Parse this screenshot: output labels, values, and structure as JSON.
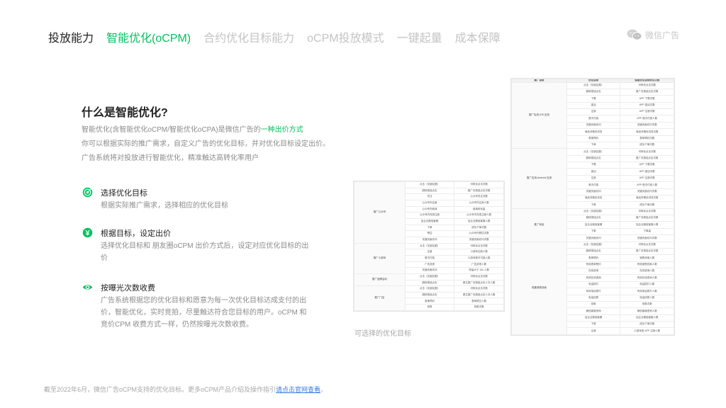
{
  "nav": {
    "items": [
      "投放能力",
      "智能优化(oCPM)",
      "合约优化目标能力",
      "oCPM投放模式",
      "一键起量",
      "成本保障"
    ]
  },
  "brand": {
    "name": "微信广告"
  },
  "intro": {
    "title": "什么是智能优化?",
    "text_before": "智能优化(含智能优化oCPM/智能优化oCPA)是微信广告的",
    "highlight": "一种出价方式",
    "text_after": "你可以根据实际的推广需求，自定义广告的优化目标，并对优化目标设定出价。  广告系统将对投放进行智能优化，精准触达高转化率用户"
  },
  "features": [
    {
      "icon": "target-icon",
      "title": "选择优化目标",
      "desc": "根据实际推广需求，选择相应的优化目标"
    },
    {
      "icon": "yen-icon",
      "title": "根据目标，设定出价",
      "desc": "选择优化目标和 朋友圈oCPM 出价方式后，设定对应优化目标的出价"
    },
    {
      "icon": "eye-icon",
      "title": "按曝光次数收费",
      "desc": "广告系统根据您的优化目标和愿意为每一次优化目标达成支付的出价，智能优化，实时竞拍，尽量触达符合您目标的用户。oCPM 和 竞价CPM 收费方式一样，仍然按曝光次数收费。"
    }
  ],
  "left_table": {
    "groups": [
      {
        "label": "推广公众号",
        "rows": [
          [
            "点击（仅朋友圈）",
            "可转化点击次数"
          ],
          [
            "跳转按钮点击",
            "推广页按钮点击次数"
          ],
          [
            "关注",
            "公众号关注次数"
          ],
          [
            "公众号内注册",
            "公众号内注册人数"
          ],
          [
            "公众号内阅读",
            "阅读转化量"
          ],
          [
            "公众号内完成注册",
            "公众号内完成注册人数"
          ],
          [
            "加企业微信客服",
            "加企业微信客服人数"
          ],
          [
            "下单",
            "成功下单次数"
          ],
          [
            "预估",
            "公众号内预估次数"
          ],
          [
            "关键页面访问",
            "关键页面访问次数"
          ]
        ]
      },
      {
        "label": "推广小游戏",
        "rows": [
          [
            "点击（仅朋友圈）",
            "可转化点击次数"
          ],
          [
            "注册",
            "小游戏注册人数"
          ],
          [
            "首次付费",
            "小游戏首次付费人数"
          ],
          [
            "广告变现",
            "广告变现人数"
          ],
          [
            "关键页面访问",
            "停留大于 10s 人数"
          ]
        ]
      },
      {
        "label": "推广品牌活动",
        "rows": [
          [
            "点击（仅朋友圈）",
            "可转化点击次数"
          ],
          [
            "跳转按钮点击",
            "原生推广页按钮点击人次人数"
          ]
        ]
      },
      {
        "label": "推广门店",
        "rows": [
          [
            "点击（仅朋友圈）",
            "可转化点击次数"
          ],
          [
            "跳转按钮点击",
            "原生推广页按钮点击人次人数"
          ],
          [
            "表单预约",
            "表单提交人数"
          ],
          [
            "领券",
            "领券次数"
          ]
        ]
      }
    ]
  },
  "right_table": {
    "headers": [
      "推广目标",
      "优化目标",
      "智能优化目标优化次数"
    ],
    "groups": [
      {
        "label": "推广应用-iOS 应用",
        "rows": [
          [
            "点击（仅朋友圈）",
            "可转化点击次数"
          ],
          [
            "跳转按钮点击",
            "推广页按钮点击次数"
          ],
          [
            "下载",
            "APP 下载次数"
          ],
          [
            "激活",
            "APP 激活次数"
          ],
          [
            "注册",
            "APP 注册次数"
          ],
          [
            "首次付费",
            "APP 首次付费人数"
          ],
          [
            "关键页面访问",
            "关键页面访问次数"
          ],
          [
            "商品详情页浏览",
            "商品详情页浏览次数"
          ],
          [
            "表单预约",
            "表单预约次数"
          ],
          [
            "下单",
            "成功下单次数"
          ]
        ]
      },
      {
        "label": "推广应用-Android 应用",
        "rows": [
          [
            "点击（仅朋友圈）",
            "可转化点击次数"
          ],
          [
            "跳转按钮点击",
            "推广页按钮点击次数"
          ],
          [
            "下载",
            "APP 下载次数"
          ],
          [
            "激活",
            "APP 激活次数"
          ],
          [
            "注册",
            "APP 注册次数"
          ],
          [
            "首次付费",
            "APP 首次付费人数"
          ],
          [
            "关键页面访问",
            "关键页面访问次数"
          ],
          [
            "商品详情页浏览",
            "商品详情页浏览次数"
          ],
          [
            "下单",
            "成功下单次数"
          ]
        ]
      },
      {
        "label": "推广商品",
        "rows": [
          [
            "点击（仅朋友圈）",
            "可转化点击次数"
          ],
          [
            "跳转按钮点击",
            "推广页按钮点击次数"
          ],
          [
            "加企业微信客服",
            "加企业微信客服人数"
          ],
          [
            "下单",
            "下单量"
          ],
          [
            "关键页面访问",
            "关键页面访问次数"
          ]
        ]
      },
      {
        "label": "收集销售线索",
        "rows": [
          [
            "点击（仅朋友圈）",
            "可转化点击次数"
          ],
          [
            "跳转按钮点击",
            "推广页按钮点击次数"
          ],
          [
            "表单预约",
            "销售线索人数"
          ],
          [
            "有效表单预约",
            "有效销售线索人数"
          ],
          [
            "在线咨询",
            "在线咨询人数"
          ],
          [
            "有效在线咨询",
            "有效在线咨询人数"
          ],
          [
            "电话拨打",
            "电话拨打人数"
          ],
          [
            "有效电话拨打",
            "有效电话拨打人数"
          ],
          [
            "电话回拨",
            "电话回拨人数"
          ],
          [
            "领券",
            "领券次数"
          ],
          [
            "微信客服咨询",
            "微信客服咨询人数"
          ],
          [
            "加企业微信客服",
            "加企业微信客服人数"
          ],
          [
            "下单",
            "成功下单次数"
          ],
          [
            "注册",
            "小游戏或 APP 注册人数"
          ]
        ]
      }
    ]
  },
  "caption": "可选择的优化目标",
  "footer": {
    "text": "截至2022年6月，微信广告oCPM支持的优化目标。更多oCPM产品介绍及操作指引",
    "link": "请点击官网查看",
    "suffix": "。"
  },
  "colors": {
    "accent": "#07c160",
    "muted": "#8c8c8c",
    "nav_inactive": "#c4c4c4"
  }
}
